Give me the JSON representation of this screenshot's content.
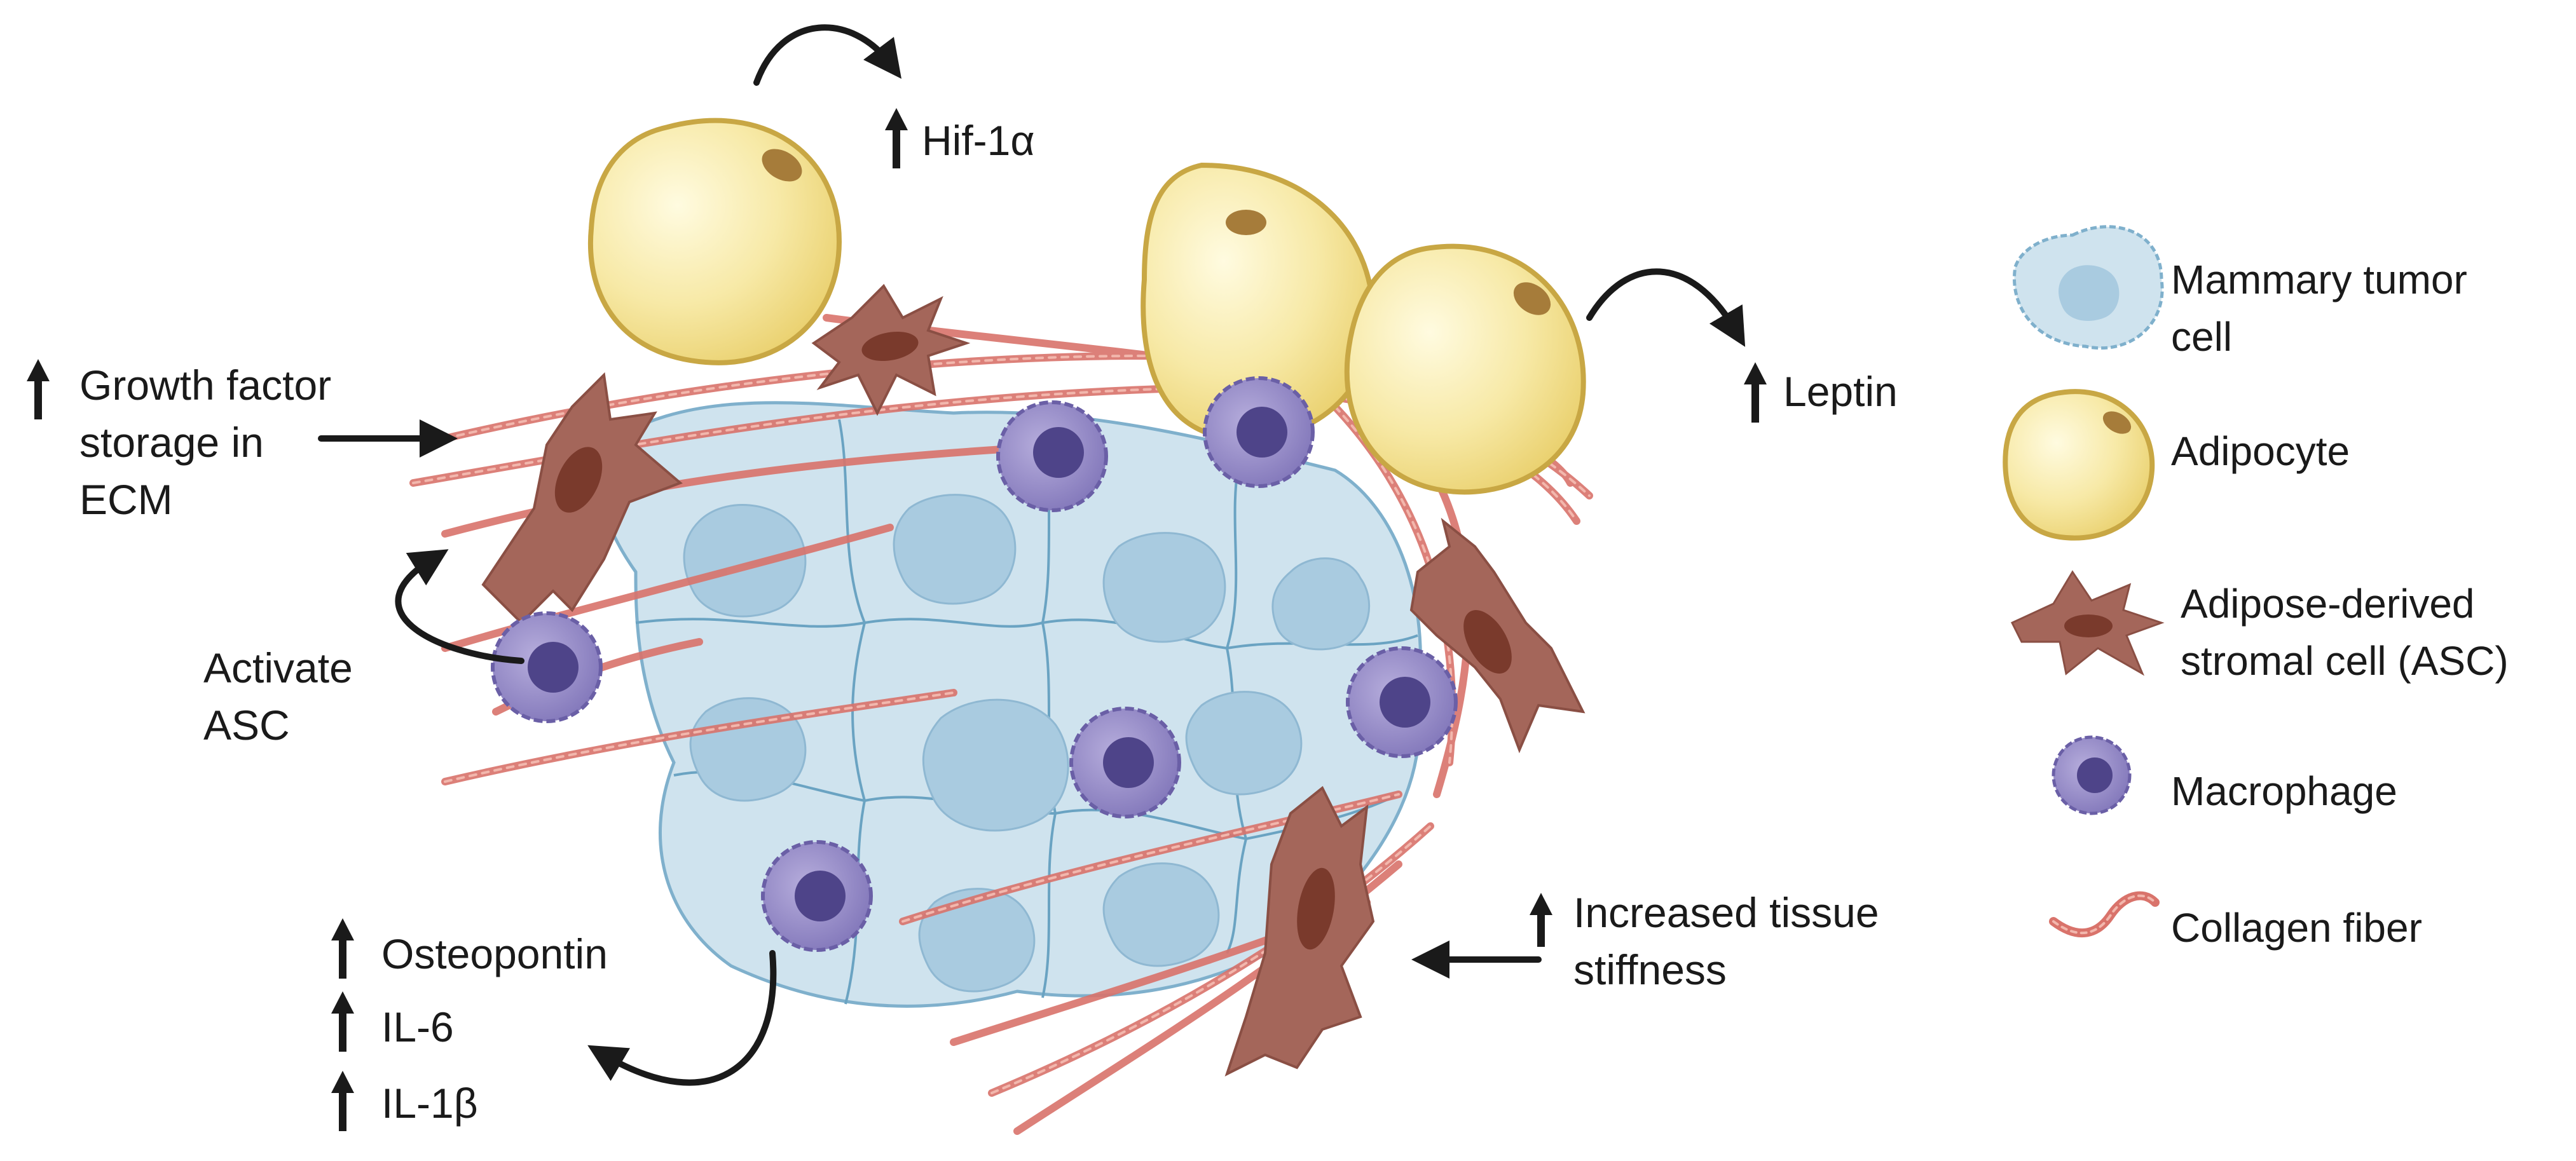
{
  "annotations": {
    "hif": "Hif-1α",
    "leptin": "Leptin",
    "growth_factor": [
      "Growth factor",
      "storage in",
      "ECM"
    ],
    "activate_asc": [
      "Activate",
      "ASC"
    ],
    "osteopontin": "Osteopontin",
    "il6": "IL-6",
    "il1b": "IL-1β",
    "stiffness": [
      "Increased tissue",
      "stiffness"
    ]
  },
  "legend": {
    "items": [
      {
        "icon": "mammary-tumor-cell-icon",
        "lines": [
          "Mammary  tumor",
          "cell"
        ]
      },
      {
        "icon": "adipocyte-icon",
        "lines": [
          "Adipocyte"
        ]
      },
      {
        "icon": "asc-icon",
        "lines": [
          "Adipose-derived",
          "stromal cell (ASC)"
        ]
      },
      {
        "icon": "macrophage-icon",
        "lines": [
          "Macrophage"
        ]
      },
      {
        "icon": "collagen-fiber-icon",
        "lines": [
          "Collagen fiber"
        ]
      }
    ]
  },
  "colors": {
    "tumor_fill": "#cfe3ee",
    "tumor_stroke": "#7fb0cc",
    "nucleus": "#a9cbe0",
    "adipocyte_fill": "#f7e9a6",
    "adipocyte_stroke": "#c8a744",
    "asc": "#a4665a",
    "asc_nucleus": "#7a3a2c",
    "macrophage": "#8e84c4",
    "macrophage_nucleus": "#4e4489",
    "collagen": "#d9736b"
  }
}
